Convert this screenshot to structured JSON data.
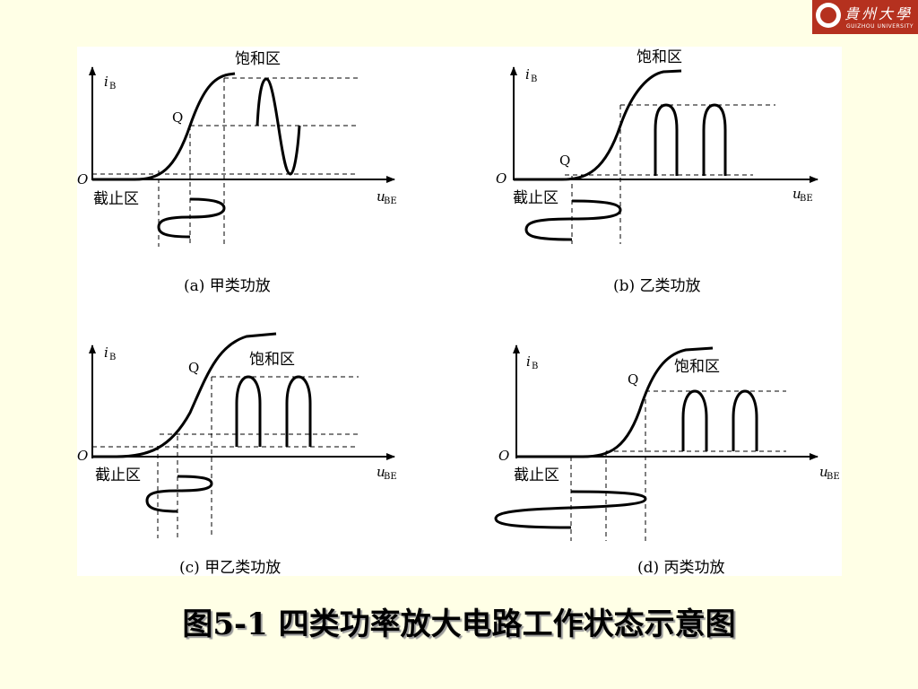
{
  "logo": {
    "text_cn": "貴州大學",
    "text_en": "GUIZHOU UNIVERSITY"
  },
  "caption": "图5-1  四类功率放大电路工作状态示意图",
  "labels": {
    "ib": "i",
    "ib_sub": "B",
    "ube": "u",
    "ube_sub": "BE",
    "origin": "O",
    "q": "Q",
    "saturation": "饱和区",
    "cutoff": "截止区"
  },
  "panels": {
    "a": {
      "caption": "(a)  甲类功放"
    },
    "b": {
      "caption": "(b)  乙类功放"
    },
    "c": {
      "caption": "(c)  甲乙类功放"
    },
    "d": {
      "caption": "(d)  丙类功放"
    }
  },
  "colors": {
    "background": "#FFFFE6",
    "panel": "#FFFFFF",
    "logo": "#B5311F"
  }
}
